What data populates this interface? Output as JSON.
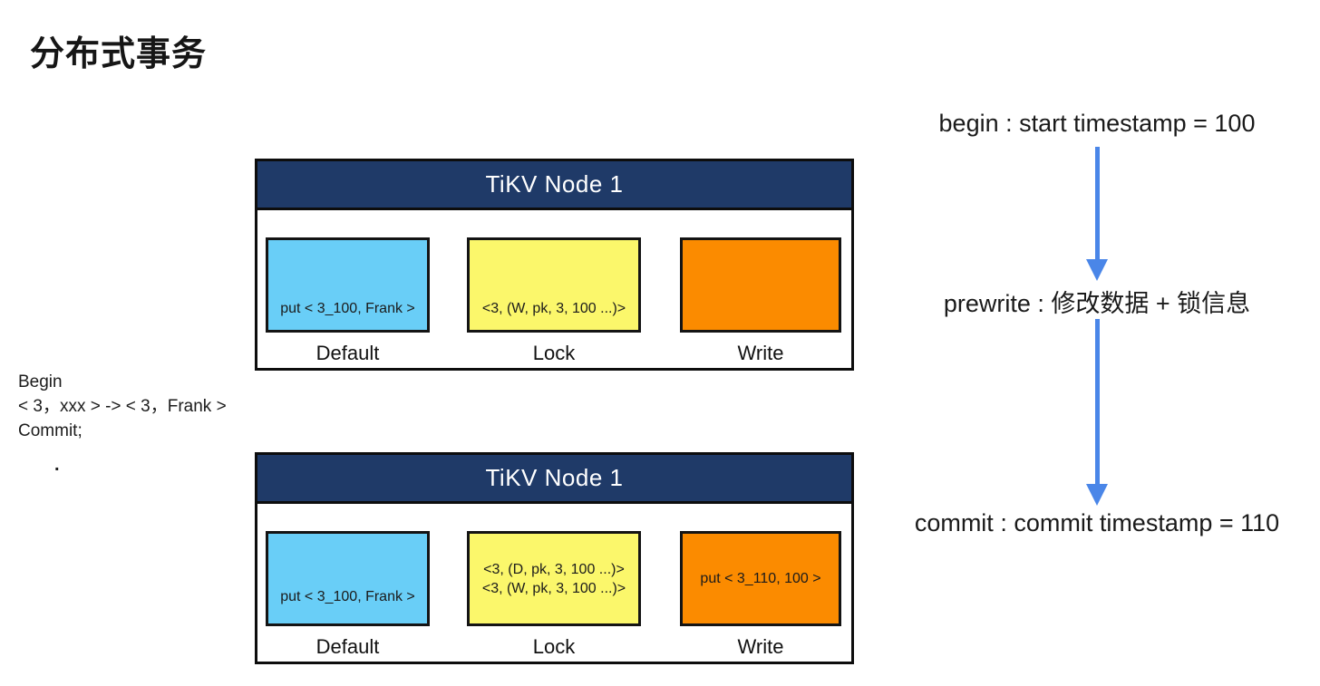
{
  "page": {
    "title": "分布式事务"
  },
  "left_note": {
    "lines": [
      "Begin",
      "< 3，xxx > -> < 3，Frank >",
      "Commit;"
    ],
    "stray_dot": "."
  },
  "nodes": [
    {
      "title": "TiKV Node 1",
      "header_color": "#1F3A68",
      "columns": [
        {
          "label": "Default",
          "color": "#69CEF7",
          "lines": [
            "put < 3_100, Frank >"
          ]
        },
        {
          "label": "Lock",
          "color": "#FBF76B",
          "lines": [
            "<3, (W, pk, 3, 100 ...)>"
          ]
        },
        {
          "label": "Write",
          "color": "#FB8B00",
          "lines": []
        }
      ]
    },
    {
      "title": "TiKV Node 1",
      "header_color": "#1F3A68",
      "columns": [
        {
          "label": "Default",
          "color": "#69CEF7",
          "lines": [
            "put < 3_100, Frank >"
          ]
        },
        {
          "label": "Lock",
          "color": "#FBF76B",
          "lines": [
            "<3, (D, pk, 3, 100 ...)>",
            "<3, (W, pk, 3, 100 ...)>"
          ]
        },
        {
          "label": "Write",
          "color": "#FB8B00",
          "lines": [
            "put < 3_110, 100 >"
          ]
        }
      ]
    }
  ],
  "timeline": {
    "arrow_color": "#4A86E8",
    "steps": [
      "begin : start timestamp = 100",
      "prewrite : 修改数据 + 锁信息",
      "commit : commit timestamp = 110"
    ]
  }
}
